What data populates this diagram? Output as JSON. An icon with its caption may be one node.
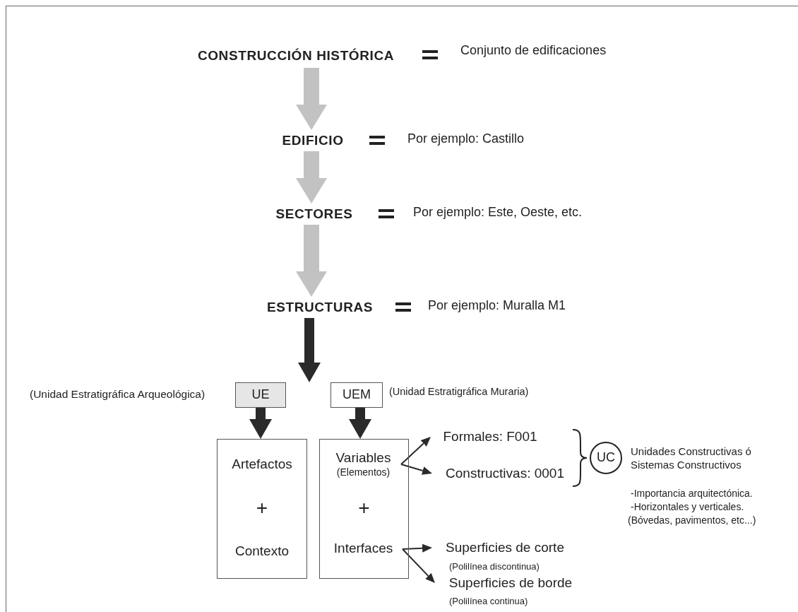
{
  "diagram": {
    "nodes": [
      {
        "text": [
          "CONSTRUCCIÓN HISTÓRICA"
        ]
      },
      {
        "text": [
          "EDIFICIO"
        ]
      },
      {
        "text": [
          "SECTORES"
        ]
      },
      {
        "text": [
          "ESTRUCTURAS"
        ]
      },
      {
        "text": [
          "UE"
        ],
        "beside": [
          "(Unidad Estratigráfica Arqueológica)"
        ]
      },
      {
        "text": [
          "UEM"
        ],
        "beside": [
          "(Unidad Estratigráfica Muraria)"
        ]
      },
      {
        "text": [
          "Artefactos",
          "+",
          "Contexto"
        ]
      },
      {
        "text": [
          "+"
        ]
      },
      {
        "text": [
          "Variables",
          "(Elementos)"
        ],
        "in": 7
      },
      {
        "text": [
          "Interfaces"
        ],
        "in": 7
      },
      {
        "text": [
          "Formales: F001"
        ]
      },
      {
        "text": [
          "Constructivas: 0001"
        ]
      },
      {
        "text": [
          "Superficies de corte"
        ]
      },
      {
        "text": [
          "Superficies de borde"
        ],
        "beside": [
          "(Polilínea continua)"
        ]
      },
      {
        "text": [
          "UC"
        ],
        "beside": [
          "Unidades Constructivas ó Sistemas Constructivos",
          "-Importancia arquitectónica.",
          "-Horizontales y verticales.",
          "(Bóvedas, pavimentos, etc...)"
        ]
      }
    ],
    "edges": [
      {
        "from": 0,
        "to": 1,
        "arrow": "to",
        "color": "#c2c2c2"
      },
      {
        "from": 1,
        "to": 2,
        "arrow": "to",
        "color": "#c2c2c2"
      },
      {
        "from": 2,
        "to": 3,
        "arrow": "to",
        "color": "#c2c2c2"
      },
      {
        "from": 3,
        "to": 4,
        "arrow": "to"
      },
      {
        "from": 4,
        "to": 6,
        "arrow": "to"
      },
      {
        "from": 5,
        "to": 7,
        "arrow": "to"
      },
      {
        "from": 8,
        "to": 10,
        "arrow": "to"
      },
      {
        "from": 8,
        "to": 11,
        "arrow": "to"
      },
      {
        "from": 9,
        "to": 12,
        "arrow": "to"
      },
      {
        "from": 9,
        "to": 13,
        "arrow": "to"
      }
    ],
    "labels": [
      "Conjunto de edificaciones",
      "Por ejemplo: Castillo",
      "Por ejemplo: Este, Oeste, etc.",
      "Por ejemplo: Muralla M1",
      "(Polilínea discontinua)"
    ]
  }
}
